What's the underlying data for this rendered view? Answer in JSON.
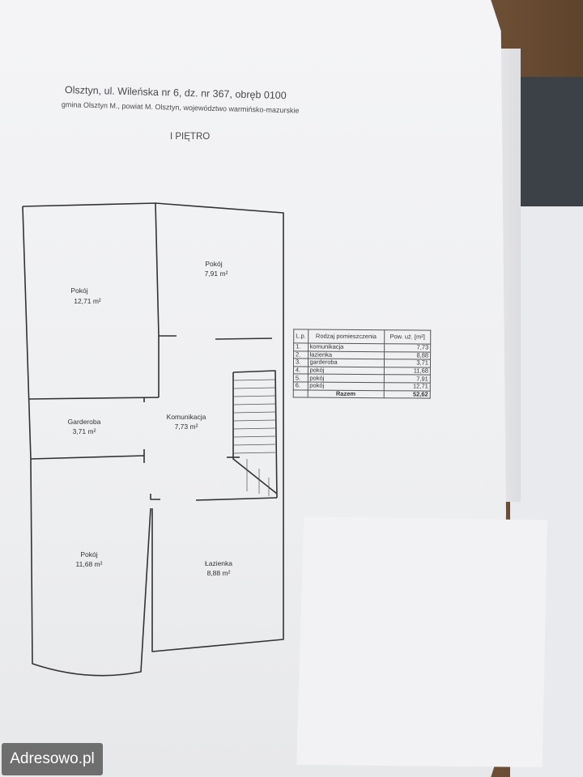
{
  "header": {
    "line1": "Olsztyn, ul. Wileńska nr 6, dz. nr 367, obręb 0100",
    "line2": "gmina Olsztyn M., powiat M. Olsztyn, województwo warmińsko-mazurskie",
    "floor": "I PIĘTRO"
  },
  "rooms": {
    "pokoj_top_left": {
      "name": "Pokój",
      "area": "12,71 m²"
    },
    "pokoj_top_right": {
      "name": "Pokój",
      "area": "7,91 m²"
    },
    "garderoba": {
      "name": "Garderoba",
      "area": "3,71 m²"
    },
    "komunikacja": {
      "name": "Komunikacja",
      "area": "7,73 m²"
    },
    "pokoj_bottom_left": {
      "name": "Pokój",
      "area": "11,68 m²"
    },
    "lazienka": {
      "name": "Łazienka",
      "area": "8,88 m²"
    }
  },
  "table": {
    "headers": {
      "lp": "L.p.",
      "type": "Rodzaj pomieszczenia",
      "area": "Pow. uż. [m²]"
    },
    "rows": [
      {
        "lp": "1.",
        "type": "komunikacja",
        "area": "7,73"
      },
      {
        "lp": "2.",
        "type": "łazienka",
        "area": "8,88"
      },
      {
        "lp": "3.",
        "type": "garderoba",
        "area": "3,71"
      },
      {
        "lp": "4.",
        "type": "pokój",
        "area": "11,68"
      },
      {
        "lp": "5.",
        "type": "pokój",
        "area": "7,91"
      },
      {
        "lp": "6.",
        "type": "pokój",
        "area": "12,71"
      }
    ],
    "total": {
      "label": "Razem",
      "area": "52,62"
    }
  },
  "watermark": "Adresowo.pl"
}
